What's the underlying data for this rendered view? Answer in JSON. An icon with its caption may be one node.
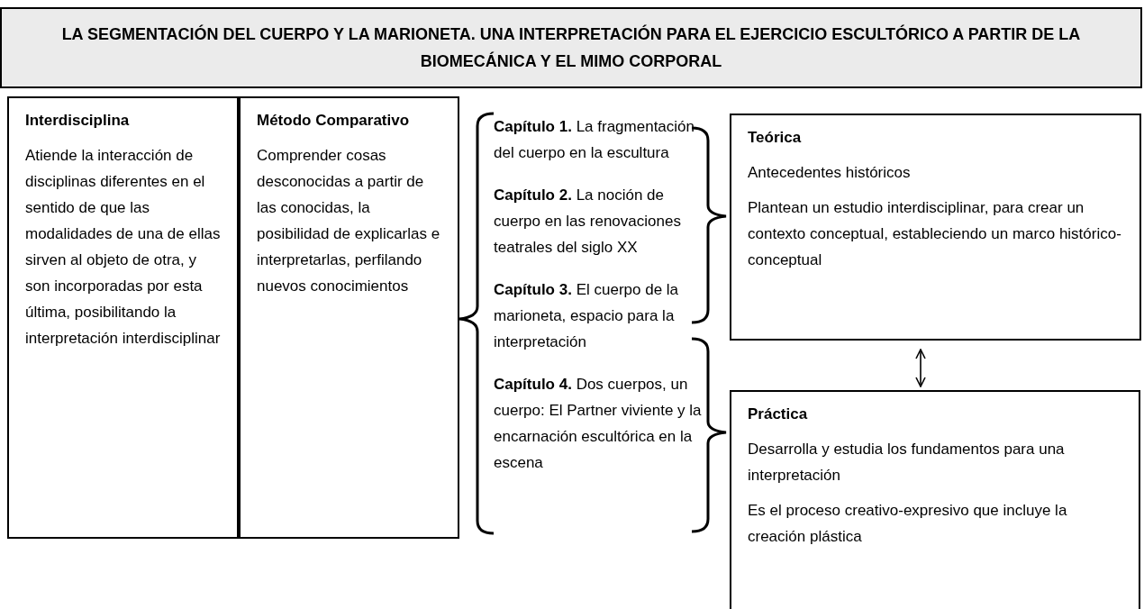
{
  "diagram": {
    "title": "LA SEGMENTACIÓN DEL CUERPO Y LA MARIONETA. UNA INTERPRETACIÓN PARA EL EJERCICIO ESCULTÓRICO A PARTIR DE LA BIOMECÁNICA Y EL MIMO CORPORAL",
    "nodes": [
      {
        "text": [
          "Interdisciplina",
          "Atiende la interacción de disciplinas diferentes en el sentido de que las modalidades de una de ellas sirven al objeto de otra, y son incorporadas por esta última, posibilitando la interpretación interdisciplinar"
        ]
      },
      {
        "text": [
          "Método Comparativo",
          "Comprender cosas desconocidas a partir de las conocidas, la posibilidad de explicarlas e interpretarlas, perfilando nuevos conocimientos"
        ]
      },
      {
        "text": [
          "**Capítulo 1.** La fragmentación del cuerpo en la escultura",
          "**Capítulo 2.** La noción de cuerpo en las renovaciones teatrales del siglo XX",
          "**Capítulo 3.** El cuerpo de la marioneta, espacio para la interpretación",
          "**Capítulo 4.** Dos cuerpos, un cuerpo: El Partner viviente y la encarnación escultórica en la escena"
        ]
      },
      {
        "text": [
          "Teórica",
          "Antecedentes históricos",
          "Plantean un estudio interdisciplinar, para crear un contexto conceptual, estableciendo un marco histórico-conceptual"
        ]
      },
      {
        "text": [
          "Práctica",
          "Desarrolla y estudia los fundamentos para una interpretación",
          "Es el proceso creativo-expresivo que incluye la creación plástica"
        ]
      }
    ],
    "edges": [
      {
        "from": 3,
        "to": 4,
        "arrow": "both"
      }
    ]
  }
}
